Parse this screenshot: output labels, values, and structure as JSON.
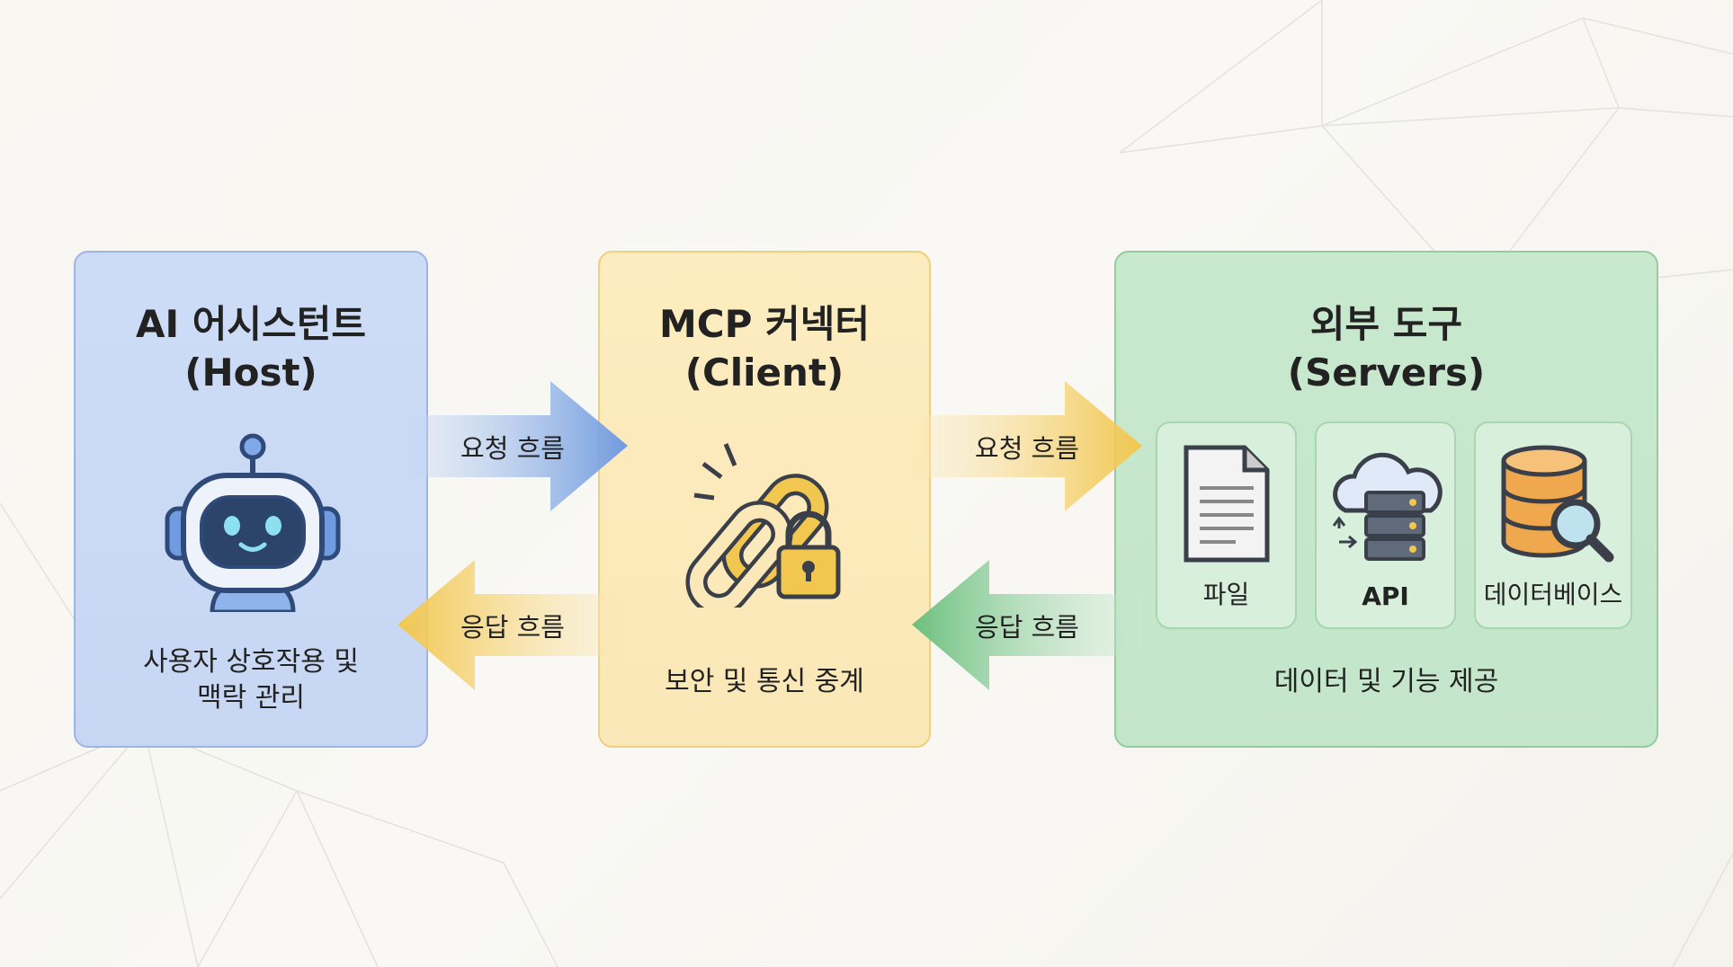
{
  "host": {
    "title_line1": "AI 어시스턴트",
    "title_line2": "(Host)",
    "caption_line1": "사용자 상호작용 및",
    "caption_line2": "맥락 관리",
    "icon": "robot-icon"
  },
  "client": {
    "title_line1": "MCP 커넥터",
    "title_line2": "(Client)",
    "caption": "보안 및 통신 중계",
    "icon": "chain-lock-icon"
  },
  "servers": {
    "title_line1": "외부 도구",
    "title_line2": "(Servers)",
    "caption": "데이터 및 기능 제공",
    "items": [
      {
        "label": "파일",
        "icon": "file-icon"
      },
      {
        "label": "API",
        "icon": "cloud-server-icon"
      },
      {
        "label": "데이터베이스",
        "icon": "database-search-icon"
      }
    ]
  },
  "arrows": {
    "request": "요청 흐름",
    "response": "응답 흐름"
  },
  "colors": {
    "blue": "#6f9be0",
    "yellow": "#f2c74f",
    "green": "#6cbf7e"
  }
}
